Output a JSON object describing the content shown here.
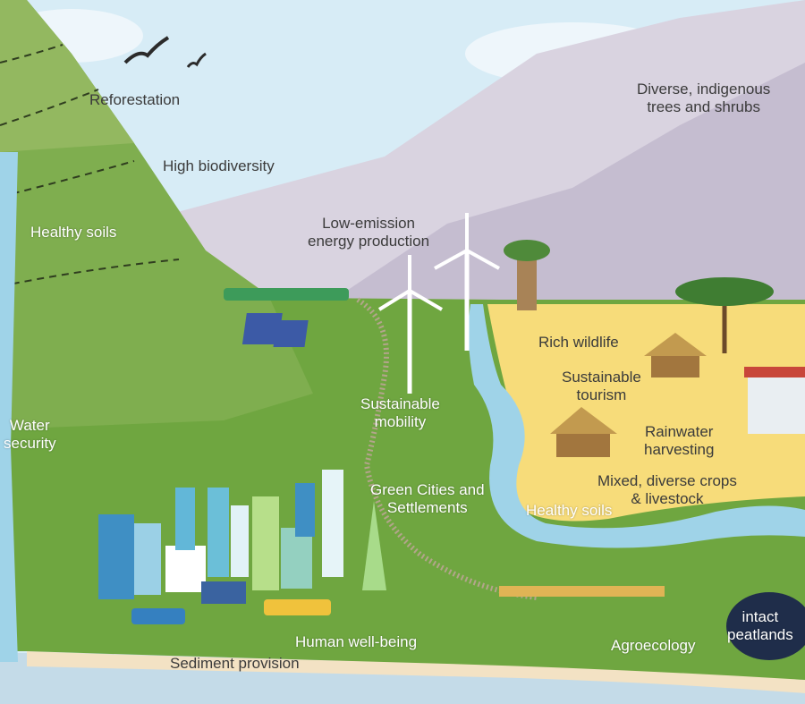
{
  "labels": {
    "reforestation": "Reforestation",
    "high_biodiversity": "High biodiversity",
    "diverse_trees": "Diverse, indigenous\ntrees and shrubs",
    "low_emission": "Low-emission\nenergy production",
    "healthy_soils_hill": "Healthy soils",
    "rich_wildlife": "Rich wildlife",
    "sustainable_tourism": "Sustainable\ntourism",
    "sustainable_mobility": "Sustainable\nmobility",
    "water_security": "Water\nsecurity",
    "rainwater_harvesting": "Rainwater\nharvesting",
    "mixed_crops": "Mixed, diverse crops\n& livestock",
    "green_cities": "Green Cities and\nSettlements",
    "healthy_soils_river": "Healthy soils",
    "human_wellbeing": "Human well-being",
    "agroecology": "Agroecology",
    "intact_peatlands": "intact\npeatlands",
    "sediment_provision": "Sediment provision"
  },
  "colors": {
    "sky": "#d7ecf6",
    "mountain": "#c9c2d3",
    "grass": "#6fa640",
    "savanna": "#f7dc7a",
    "river": "#9fd3e8",
    "sea": "#c4dbe8",
    "beach": "#f3e2c4"
  }
}
